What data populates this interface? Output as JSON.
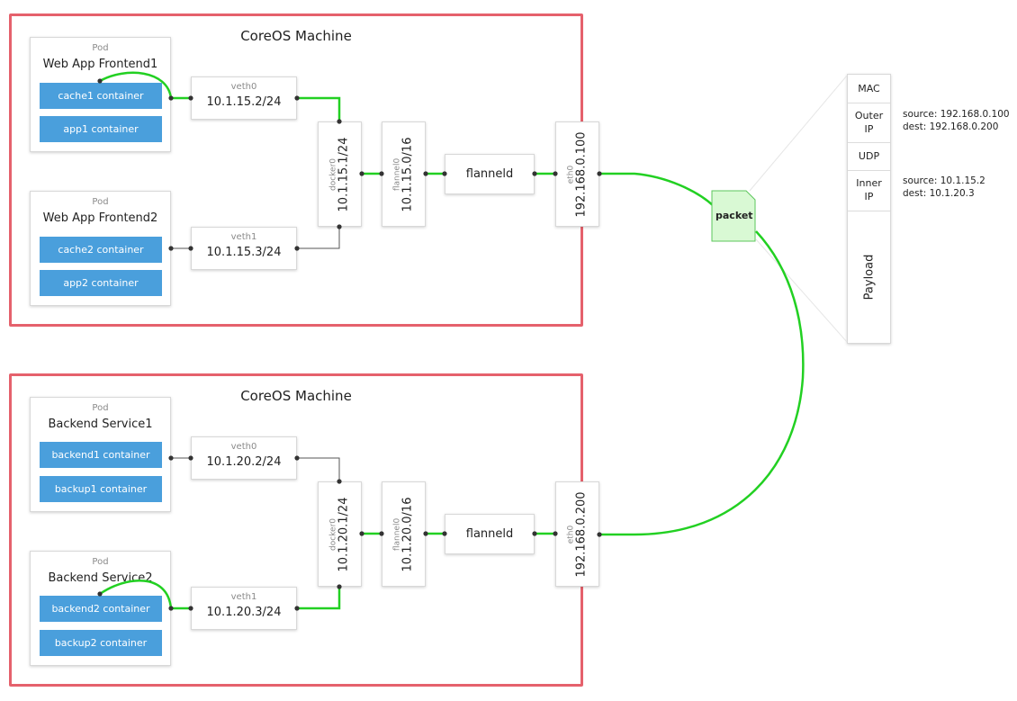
{
  "machines": [
    {
      "title": "CoreOS Machine",
      "pods": [
        {
          "caption": "Pod",
          "name": "Web App Frontend1",
          "containers": [
            "cache1 container",
            "app1 container"
          ]
        },
        {
          "caption": "Pod",
          "name": "Web App Frontend2",
          "containers": [
            "cache2 container",
            "app2 container"
          ]
        }
      ],
      "veths": [
        {
          "caption": "veth0",
          "ip": "10.1.15.2/24"
        },
        {
          "caption": "veth1",
          "ip": "10.1.15.3/24"
        }
      ],
      "docker": {
        "caption": "docker0",
        "ip": "10.1.15.1/24"
      },
      "flannel_if": {
        "caption": "flannel0",
        "ip": "10.1.15.0/16"
      },
      "flanneld": "flanneld",
      "eth": {
        "caption": "eth0",
        "ip": "192.168.0.100"
      }
    },
    {
      "title": "CoreOS Machine",
      "pods": [
        {
          "caption": "Pod",
          "name": "Backend Service1",
          "containers": [
            "backend1 container",
            "backup1 container"
          ]
        },
        {
          "caption": "Pod",
          "name": "Backend Service2",
          "containers": [
            "backend2 container",
            "backup2 container"
          ]
        }
      ],
      "veths": [
        {
          "caption": "veth0",
          "ip": "10.1.20.2/24"
        },
        {
          "caption": "veth1",
          "ip": "10.1.20.3/24"
        }
      ],
      "docker": {
        "caption": "docker0",
        "ip": "10.1.20.1/24"
      },
      "flannel_if": {
        "caption": "flannel0",
        "ip": "10.1.20.0/16"
      },
      "flanneld": "flanneld",
      "eth": {
        "caption": "eth0",
        "ip": "192.168.0.200"
      }
    }
  ],
  "packet": {
    "label": "packet",
    "segments": {
      "mac": "MAC",
      "outer_ip": [
        "Outer",
        "IP"
      ],
      "udp": "UDP",
      "inner_ip": [
        "Inner",
        "IP"
      ],
      "payload": "Payload"
    },
    "outer_addrs": [
      "source: 192.168.0.100",
      "dest: 192.168.0.200"
    ],
    "inner_addrs": [
      "source: 10.1.15.2",
      "dest: 10.1.20.3"
    ]
  },
  "colors": {
    "machine_border": "#e5616c",
    "container_fill": "#4a9fdc",
    "active_link": "#22d022",
    "inactive_link": "#555555",
    "packet_fill": "#d9f9d4",
    "packet_border": "#5cc65c"
  }
}
